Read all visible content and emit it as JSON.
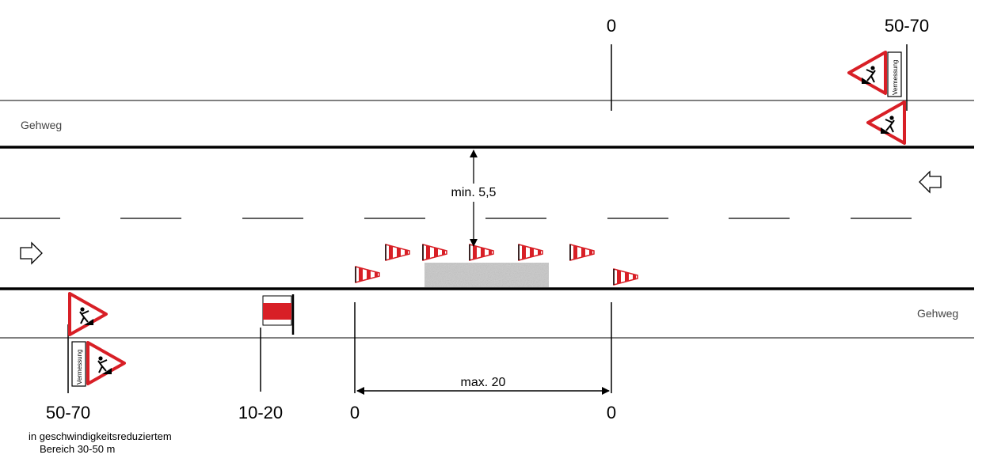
{
  "labels": {
    "sidewalk_top": "Gehweg",
    "sidewalk_bottom": "Gehweg",
    "min_width": "min. 5,5",
    "max_length": "max. 20",
    "dist_top_zero": "0",
    "dist_top_far": "50-70",
    "dist_bottom_far": "50-70",
    "dist_bottom_barrier": "10-20",
    "dist_bottom_zero_left": "0",
    "dist_bottom_zero_right": "0",
    "note_line1": "in geschwindigkeitsreduziertem",
    "note_line2": "Bereich 30-50 m",
    "sign_plate_text": "Vermessung"
  },
  "colors": {
    "sign_red": "#d81f26",
    "barrier_red": "#d81f26",
    "work_area": "#c8c8c8"
  },
  "icons": {
    "roadworks_sign": "roadworks-triangle-icon",
    "survey_plate": "vermessung-plate-icon",
    "traffic_cone": "traffic-cone-icon",
    "barrier": "barrier-board-icon",
    "direction_arrow": "direction-arrow-icon"
  }
}
